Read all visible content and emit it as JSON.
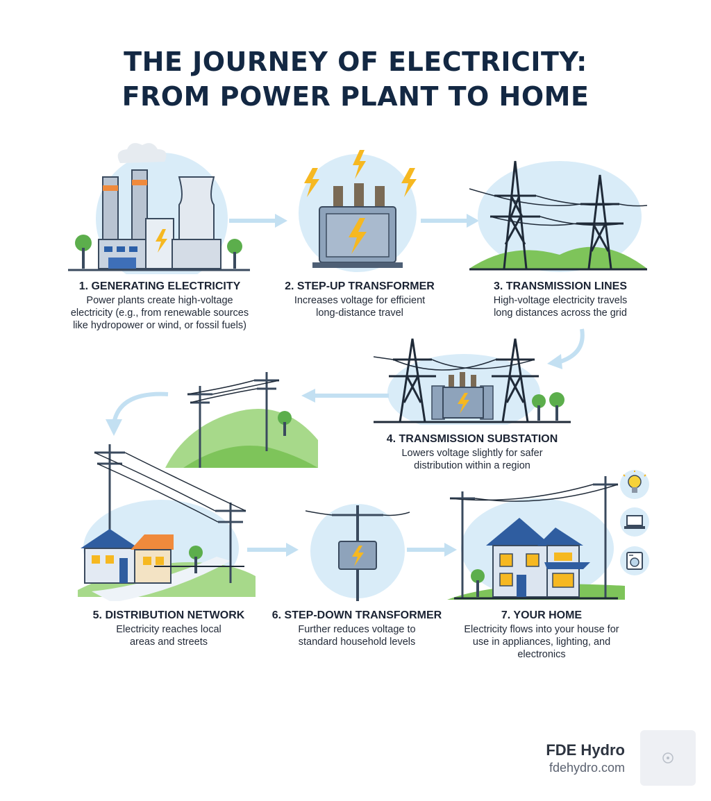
{
  "title": {
    "line1": "THE JOURNEY OF ELECTRICITY:",
    "line2": "FROM POWER PLANT TO HOME"
  },
  "steps": [
    {
      "title": "1. GENERATING ELECTRICITY",
      "desc": "Power plants create high-voltage electricity (e.g., from renewable sources like hydropower or wind, or fossil fuels)"
    },
    {
      "title": "2. STEP-UP TRANSFORMER",
      "desc": "Increases voltage for efficient long-distance travel"
    },
    {
      "title": "3. TRANSMISSION LINES",
      "desc": "High-voltage electricity travels long distances across the grid"
    },
    {
      "title": "4. TRANSMISSION SUBSTATION",
      "desc": "Lowers voltage slightly for safer distribution within a region"
    },
    {
      "title": "5. DISTRIBUTION NETWORK",
      "desc": "Electricity reaches local areas and streets"
    },
    {
      "title": "6. STEP-DOWN TRANSFORMER",
      "desc": "Further reduces voltage to standard household levels"
    },
    {
      "title": "7. YOUR HOME",
      "desc": "Electricity flows into your house for use in appliances, lighting, and electronics"
    }
  ],
  "brand": {
    "name": "FDE Hydro",
    "url": "fdehydro.com"
  },
  "icons": {
    "plant": "power-plant-icon",
    "transformer": "transformer-icon",
    "towers": "transmission-tower-icon",
    "substation": "substation-icon",
    "distribution": "utility-pole-icon",
    "stepdown": "pole-transformer-icon",
    "home": "house-icon",
    "bulb": "light-bulb-icon",
    "laptop": "laptop-icon",
    "washer": "washing-machine-icon"
  },
  "colors": {
    "title": "#132843",
    "accent_yellow": "#f6b821",
    "sky": "#d9ecf8",
    "grass": "#7ec45a",
    "steel": "#3a4a5e",
    "arrow": "#c3e0f2"
  }
}
